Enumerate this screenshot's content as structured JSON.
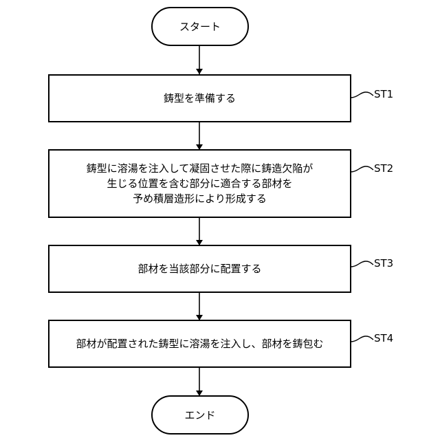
{
  "diagram": {
    "start": {
      "label": "スタート"
    },
    "steps": [
      {
        "id": "ST1",
        "lines": [
          "鋳型を準備する"
        ]
      },
      {
        "id": "ST2",
        "lines": [
          "鋳型に溶湯を注入して凝固させた際に鋳造欠陥が",
          "生じる位置を含む部分に適合する部材を",
          "予め積層造形により形成する"
        ]
      },
      {
        "id": "ST3",
        "lines": [
          "部材を当該部分に配置する"
        ]
      },
      {
        "id": "ST4",
        "lines": [
          "部材が配置された鋳型に溶湯を注入し、部材を鋳包む"
        ]
      }
    ],
    "end": {
      "label": "エンド"
    }
  }
}
